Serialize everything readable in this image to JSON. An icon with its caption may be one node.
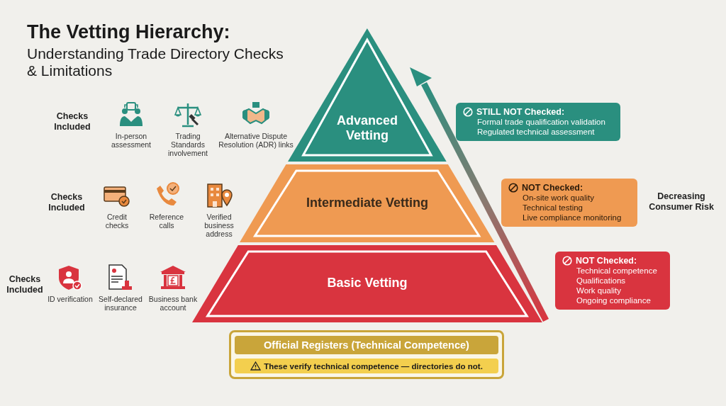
{
  "diagram": {
    "title": "The Vetting Hierarchy:",
    "nodes": [
      {
        "text": [
          "Advanced Vetting"
        ]
      },
      {
        "text": [
          "Intermediate Vetting"
        ]
      },
      {
        "text": [
          "Basic Vetting"
        ]
      },
      {
        "text": [
          "STILL NOT Checked:",
          "Formal trade qualification validation",
          "Regulated technical assessment"
        ]
      },
      {
        "text": [
          "NOT Checked:",
          "On-site work quality",
          "Technical testing",
          "Live compliance monitoring"
        ]
      },
      {
        "text": [
          "NOT Checked:",
          "Technical competence",
          "Qualifications",
          "Work quality",
          "Ongoing compliance"
        ]
      },
      {
        "text": [
          "Official Registers (Technical Competence)",
          "These verify technical competence — directories do not."
        ]
      }
    ],
    "labels": [
      "Understanding Trade Directory Checks & Limitations",
      "Checks Included",
      "In-person assessment",
      "Trading Standards involvement",
      "Alternative Dispute Resolution (ADR) links",
      "Checks Included",
      "Credit checks",
      "Reference calls",
      "Verified business address",
      "Decreasing Consumer Risk",
      "Checks Included",
      "ID verification",
      "Self-declared insurance",
      "Business bank account"
    ]
  }
}
